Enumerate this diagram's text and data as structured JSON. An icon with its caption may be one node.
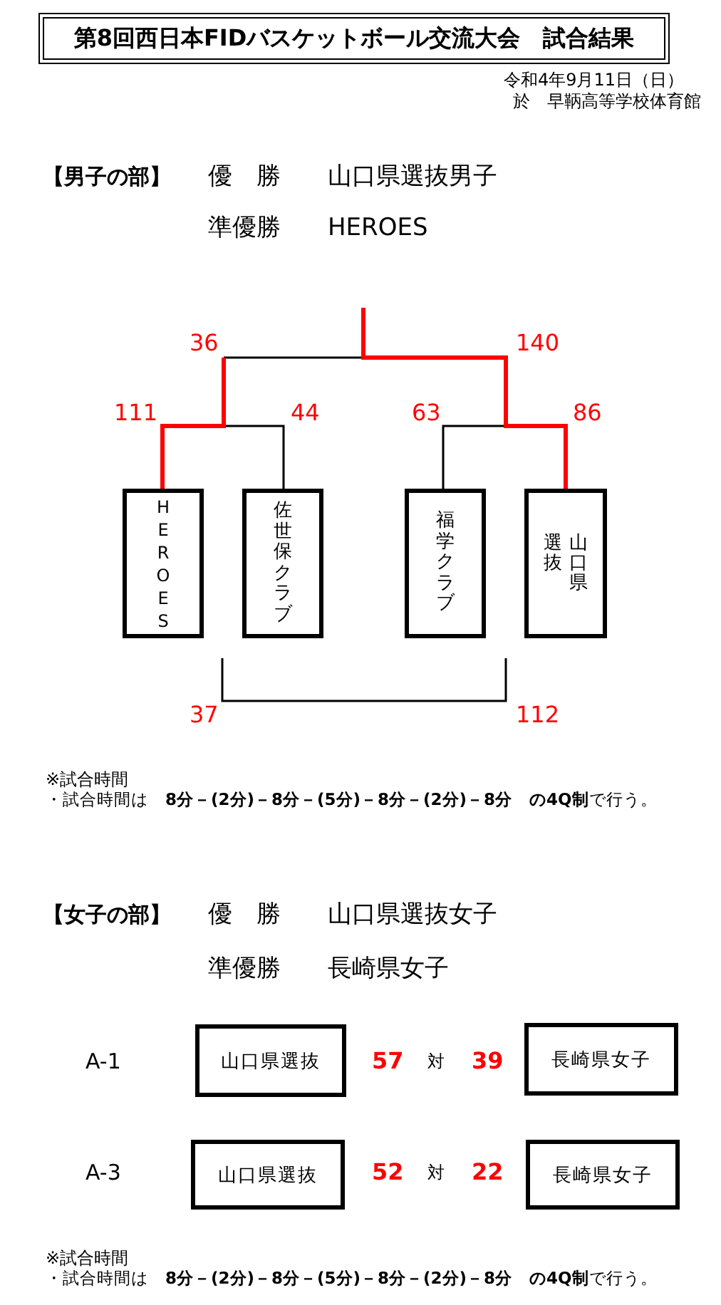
{
  "diagram": {
    "title": "第8回西日本FIDバスケットボール交流大会　試合結果",
    "nodes": [
      {
        "text": [
          "HEROES"
        ]
      },
      {
        "text": [
          "佐世保クラブ"
        ]
      },
      {
        "text": [
          "福学クラブ"
        ]
      },
      {
        "text": [
          "山口県選抜"
        ]
      },
      {
        "text": [
          "山口県選抜"
        ]
      },
      {
        "text": [
          "長崎県女子"
        ]
      },
      {
        "text": [
          "山口県選抜"
        ]
      },
      {
        "text": [
          "長崎県女子"
        ]
      }
    ],
    "labels": [
      "令和4年9月11日（日）",
      "於　早鞆高等学校体育館",
      "【男子の部】",
      "優　勝",
      "山口県選抜男子",
      "準優勝",
      "HEROES",
      "36",
      "140",
      "111",
      "44",
      "63",
      "86",
      "37",
      "112",
      "※試合時間",
      "・試合時間は　**8分－(2分)－8分－(5分)－8分－(2分)－8分　の4Q制**で行う。",
      "【女子の部】",
      "優　勝",
      "山口県選抜女子",
      "準優勝",
      "長崎県女子",
      "A-1",
      "57",
      "対",
      "39",
      "A-3",
      "52",
      "対",
      "22",
      "※試合時間",
      "・試合時間は　**8分－(2分)－8分－(5分)－8分－(2分)－8分　の4Q制**で行う。"
    ]
  }
}
